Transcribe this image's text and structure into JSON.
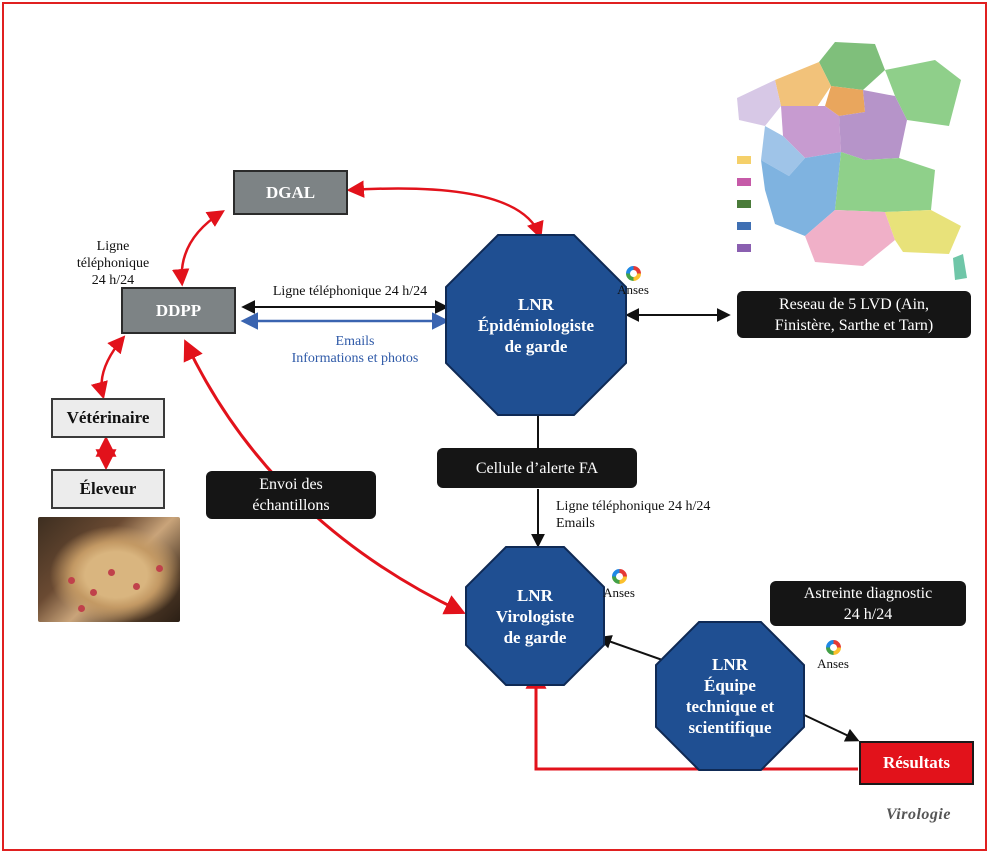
{
  "boxes": {
    "dgal": "DGAL",
    "ddpp": "DDPP",
    "veterinaire": "Vétérinaire",
    "eleveur": "Éleveur",
    "resultats": "Résultats"
  },
  "octagons": {
    "epi": [
      "LNR",
      "Épidémiologiste",
      "de garde"
    ],
    "viro": [
      "LNR",
      "Virologiste",
      "de garde"
    ],
    "equipe": [
      "LNR",
      "Équipe",
      "technique et",
      "scientifique"
    ]
  },
  "callouts": {
    "reseau": [
      "Reseau de 5 LVD (Ain,",
      "Finistère, Sarthe et Tarn)"
    ],
    "cellule": "Cellule d’alerte FA",
    "envoi": [
      "Envoi des",
      "échantillons"
    ],
    "astreinte": [
      "Astreinte diagnostic",
      "24 h/24"
    ]
  },
  "labels": {
    "ligne_left": [
      "Ligne",
      "téléphonique",
      "24 h/24"
    ],
    "ligne_top": "Ligne téléphonique 24 h/24",
    "emails_info": [
      "Emails",
      "Informations et photos"
    ],
    "ligne_emails": [
      "Ligne téléphonique 24 h/24",
      "Emails"
    ],
    "anses": "Anses",
    "brand": "Virologie"
  },
  "colors": {
    "navy": "#1f4f92",
    "red": "#e2121b",
    "grey_box": "#7d8385",
    "black_callout": "#151515",
    "blue_arrow": "#3a64b0"
  },
  "images": {
    "map": "map-of-france-regions",
    "photo": "animal-skin-lesion-photo"
  }
}
